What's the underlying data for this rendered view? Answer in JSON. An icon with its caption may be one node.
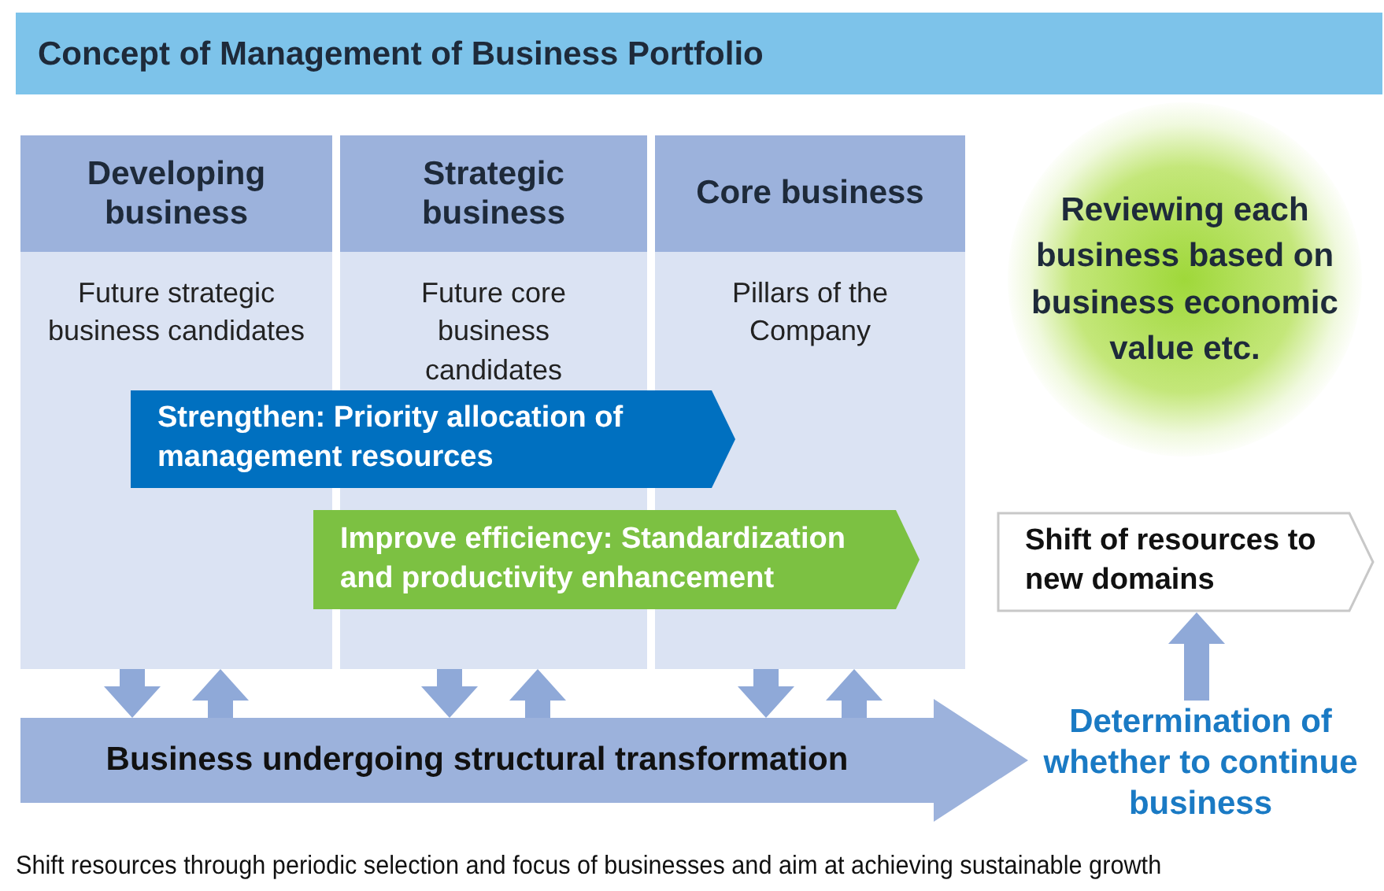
{
  "diagram": {
    "title": "Concept of Management of Business Portfolio",
    "caption": "Shift resources through periodic selection and focus of businesses and aim at achieving sustainable growth",
    "nodes": [
      {
        "text": [
          "Developing business",
          "Future strategic business candidates"
        ]
      },
      {
        "text": [
          "Strategic business",
          "Future core business candidates"
        ]
      },
      {
        "text": [
          "Core business",
          "Pillars of the Company"
        ]
      },
      {
        "text": [
          "Reviewing each business based on business economic value etc."
        ]
      },
      {
        "text": [
          "Strengthen: Priority allocation of management resources"
        ]
      },
      {
        "text": [
          "Improve efficiency: Standardization and productivity enhancement"
        ]
      },
      {
        "text": [
          "Shift of resources to new domains"
        ]
      },
      {
        "text": [
          "Business undergoing structural transformation"
        ]
      },
      {
        "text": [
          "Determination of whether to continue business"
        ]
      }
    ],
    "edges": [
      {
        "from": 0,
        "to": 7,
        "arrow": "to"
      },
      {
        "from": 7,
        "to": 0,
        "arrow": "to"
      },
      {
        "from": 1,
        "to": 7,
        "arrow": "to"
      },
      {
        "from": 7,
        "to": 1,
        "arrow": "to"
      },
      {
        "from": 2,
        "to": 7,
        "arrow": "to"
      },
      {
        "from": 7,
        "to": 2,
        "arrow": "to"
      },
      {
        "from": 8,
        "to": 6,
        "arrow": "to"
      }
    ]
  }
}
